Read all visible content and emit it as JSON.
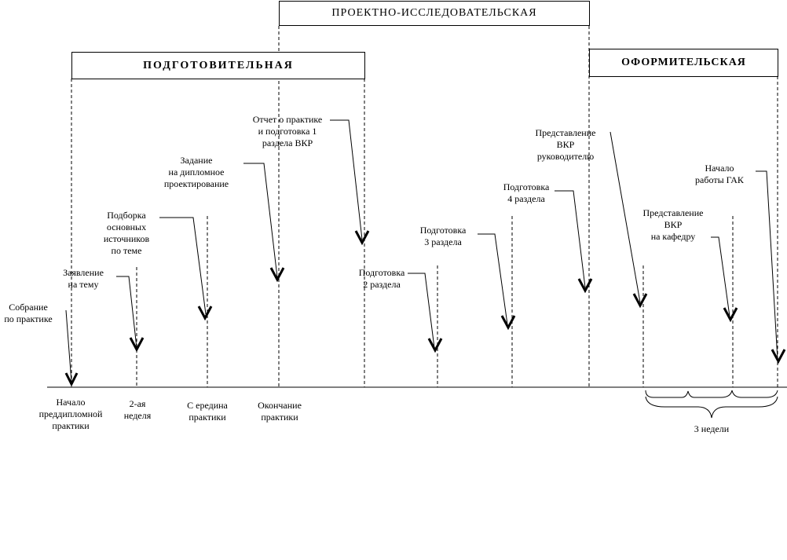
{
  "phases": {
    "research": "ПРОЕКТНО-ИССЛЕДОВАТЕЛЬСКАЯ",
    "preparatory": "ПОДГОТОВИТЕЛЬНАЯ",
    "design": "ОФОРМИТЕЛЬСКАЯ"
  },
  "timeline": {
    "start": "Начало\nпреддипломной\nпрактики",
    "week2": "2-ая\nнеделя",
    "middle": "С ередина\nпрактики",
    "end": "Окончание\nпрактики",
    "weeks3": "3 недели"
  },
  "events": {
    "meeting": "Собрание\nпо практике",
    "application": "Заявление\nна тему",
    "sources": "Подборка\nосновных\nисточников\nпо теме",
    "assignment": "Задание\nна дипломное\nпроектирование",
    "report": "Отчет о практике\nи подготовка 1\nраздела ВКР",
    "section2": "Подготовка\n2 раздела",
    "section3": "Подготовка\n3 раздела",
    "section4": "Подготовка\n4 раздела",
    "supervisor": "Представление\nВКР\nруководителю",
    "department": "Представление\nВКР\nна кафедру",
    "gak": "Начало\nработы ГАК"
  }
}
